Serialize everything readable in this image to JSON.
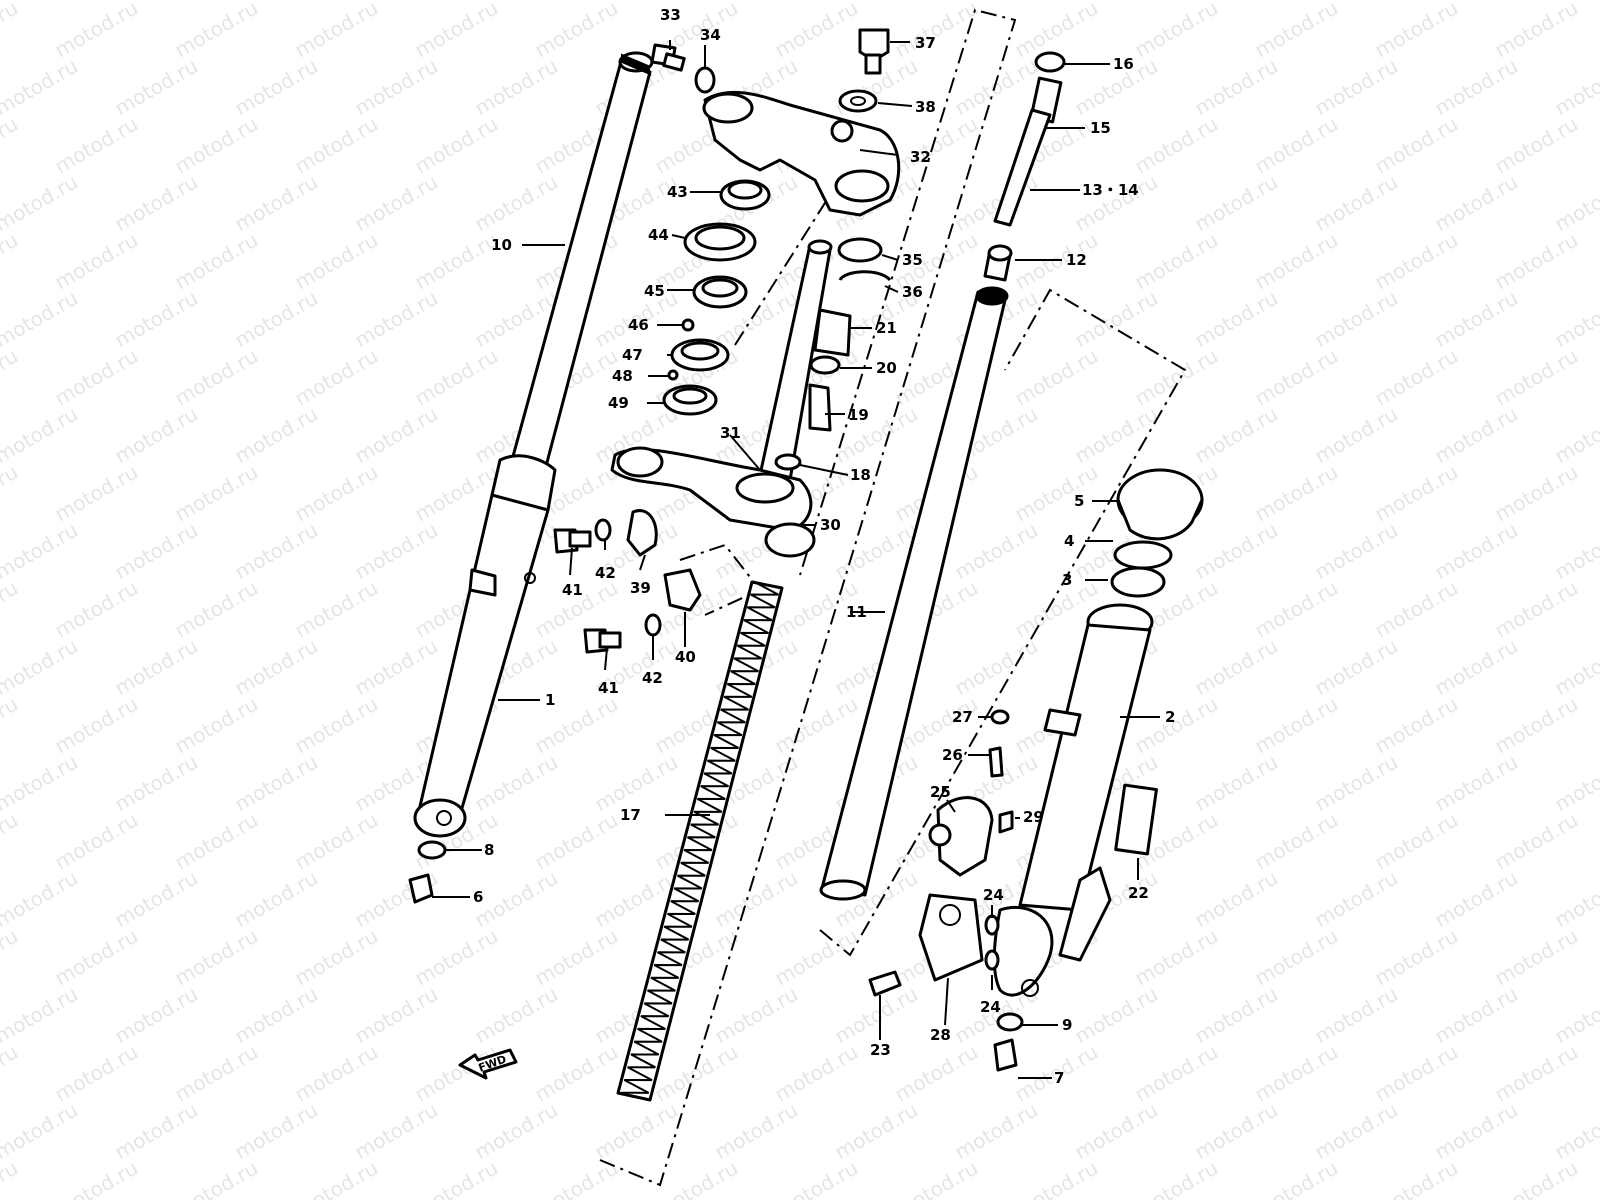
{
  "watermark": "motod.ru",
  "fwd_label": "FWD",
  "parts": [
    {
      "id": "p1",
      "num": "1"
    },
    {
      "id": "p2",
      "num": "2"
    },
    {
      "id": "p3",
      "num": "3"
    },
    {
      "id": "p4",
      "num": "4"
    },
    {
      "id": "p5",
      "num": "5"
    },
    {
      "id": "p6",
      "num": "6"
    },
    {
      "id": "p7",
      "num": "7"
    },
    {
      "id": "p8",
      "num": "8"
    },
    {
      "id": "p9",
      "num": "9"
    },
    {
      "id": "p10",
      "num": "10"
    },
    {
      "id": "p11",
      "num": "11"
    },
    {
      "id": "p12",
      "num": "12"
    },
    {
      "id": "p13",
      "num": "13・14"
    },
    {
      "id": "p15",
      "num": "15"
    },
    {
      "id": "p16",
      "num": "16"
    },
    {
      "id": "p17",
      "num": "17"
    },
    {
      "id": "p18",
      "num": "18"
    },
    {
      "id": "p19",
      "num": "19"
    },
    {
      "id": "p20",
      "num": "20"
    },
    {
      "id": "p21",
      "num": "21"
    },
    {
      "id": "p22",
      "num": "22"
    },
    {
      "id": "p23",
      "num": "23"
    },
    {
      "id": "p24a",
      "num": "24"
    },
    {
      "id": "p24b",
      "num": "24"
    },
    {
      "id": "p25",
      "num": "25"
    },
    {
      "id": "p26",
      "num": "26"
    },
    {
      "id": "p27",
      "num": "27"
    },
    {
      "id": "p28",
      "num": "28"
    },
    {
      "id": "p29",
      "num": "29"
    },
    {
      "id": "p30",
      "num": "30"
    },
    {
      "id": "p31",
      "num": "31"
    },
    {
      "id": "p32",
      "num": "32"
    },
    {
      "id": "p33",
      "num": "33"
    },
    {
      "id": "p34",
      "num": "34"
    },
    {
      "id": "p35",
      "num": "35"
    },
    {
      "id": "p36",
      "num": "36"
    },
    {
      "id": "p37",
      "num": "37"
    },
    {
      "id": "p38",
      "num": "38"
    },
    {
      "id": "p39",
      "num": "39"
    },
    {
      "id": "p40",
      "num": "40"
    },
    {
      "id": "p41a",
      "num": "41"
    },
    {
      "id": "p41b",
      "num": "41"
    },
    {
      "id": "p42a",
      "num": "42"
    },
    {
      "id": "p42b",
      "num": "42"
    },
    {
      "id": "p43",
      "num": "43"
    },
    {
      "id": "p44",
      "num": "44"
    },
    {
      "id": "p45",
      "num": "45"
    },
    {
      "id": "p46",
      "num": "46"
    },
    {
      "id": "p47",
      "num": "47"
    },
    {
      "id": "p48",
      "num": "48"
    },
    {
      "id": "p49",
      "num": "49"
    }
  ],
  "colors": {
    "line": "#000000",
    "background": "#ffffff",
    "watermark": "#cfcfcf"
  }
}
